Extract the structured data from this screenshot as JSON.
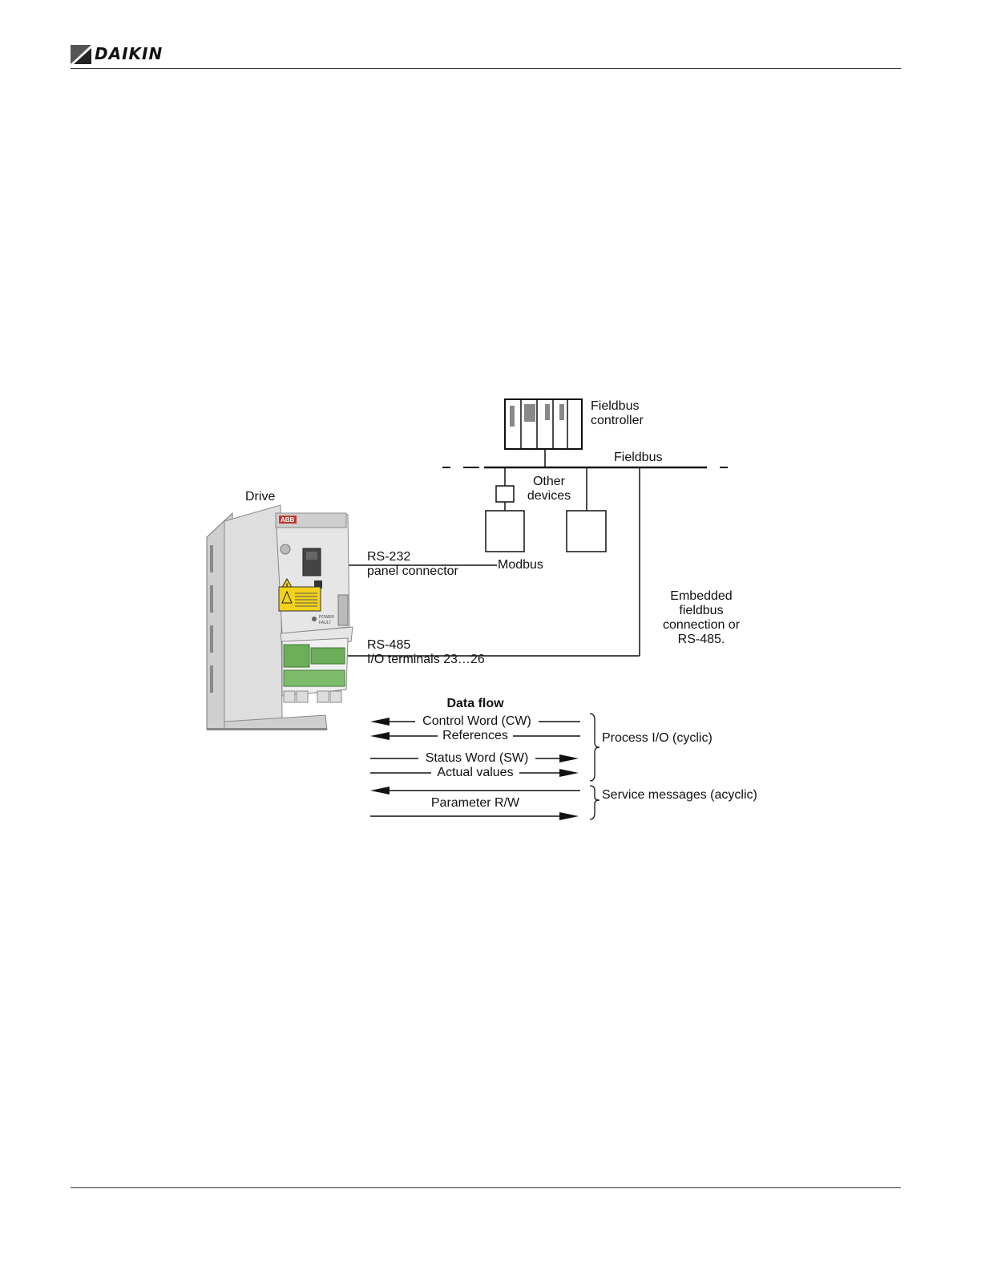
{
  "header": {
    "brand": "DAIKIN"
  },
  "diagram": {
    "labels": {
      "fieldbus_controller": "Fieldbus\ncontroller",
      "fieldbus": "Fieldbus",
      "other_devices": "Other\ndevices",
      "drive": "Drive",
      "rs232": "RS-232\npanel connector",
      "modbus": "Modbus",
      "embedded": "Embedded\nfieldbus\nconnection or\nRS-485.",
      "rs485": "RS-485\nI/O terminals 23…26"
    },
    "data_flow": {
      "title": "Data flow",
      "control_word": "Control Word (CW)",
      "references": "References",
      "status_word": "Status Word (SW)",
      "actual_values": "Actual values",
      "parameter_rw": "Parameter R/W",
      "process_io": "Process I/O (cyclic)",
      "service_messages": "Service messages (acyclic)"
    },
    "drive_panel": {
      "brand": "ABB",
      "power": "POWER",
      "fault": "FAULT"
    }
  },
  "colors": {
    "warning_yellow": "#f2d21a",
    "terminal_green": "#6cae5a",
    "drive_body": "#e6e6e6"
  }
}
